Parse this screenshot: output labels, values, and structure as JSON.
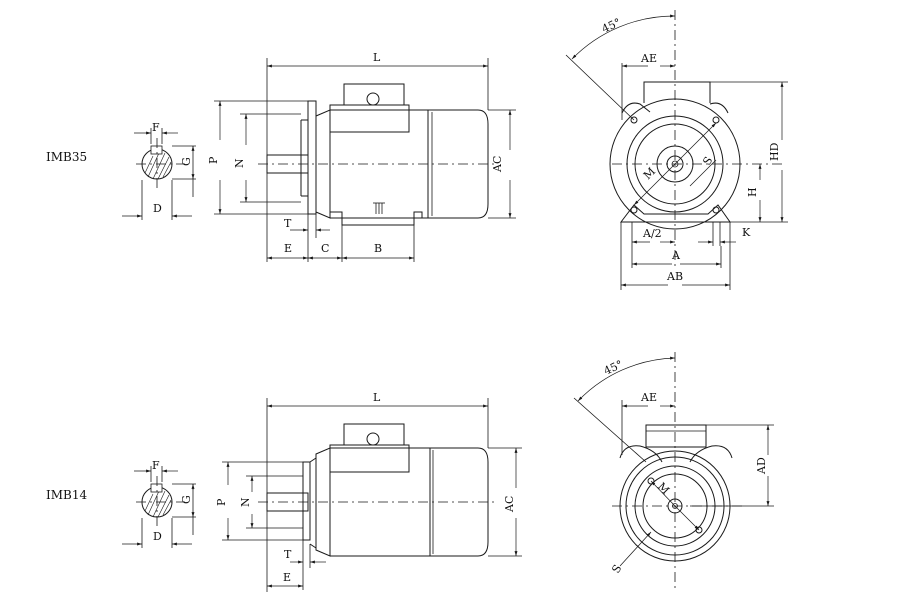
{
  "sections": [
    {
      "id": "imb35",
      "name": "IMB35",
      "shaft_labels": {
        "f": "F",
        "g": "G",
        "d": "D"
      },
      "side_labels": {
        "l": "L",
        "p": "P",
        "n": "N",
        "ac": "AC",
        "t": "T",
        "e": "E",
        "c": "C",
        "b": "B"
      },
      "front_labels": {
        "angle": "45°",
        "ae": "AE",
        "hd": "HD",
        "h": "H",
        "k": "K",
        "a_half": "A/2",
        "a": "A",
        "ab": "AB",
        "m": "M",
        "s": "S"
      }
    },
    {
      "id": "imb14",
      "name": "IMB14",
      "shaft_labels": {
        "f": "F",
        "g": "G",
        "d": "D"
      },
      "side_labels": {
        "l": "L",
        "p": "P",
        "n": "N",
        "ac": "AC",
        "t": "T",
        "e": "E"
      },
      "front_labels": {
        "angle": "45°",
        "ae": "AE",
        "ad": "AD",
        "m": "M",
        "s": "S"
      }
    }
  ]
}
